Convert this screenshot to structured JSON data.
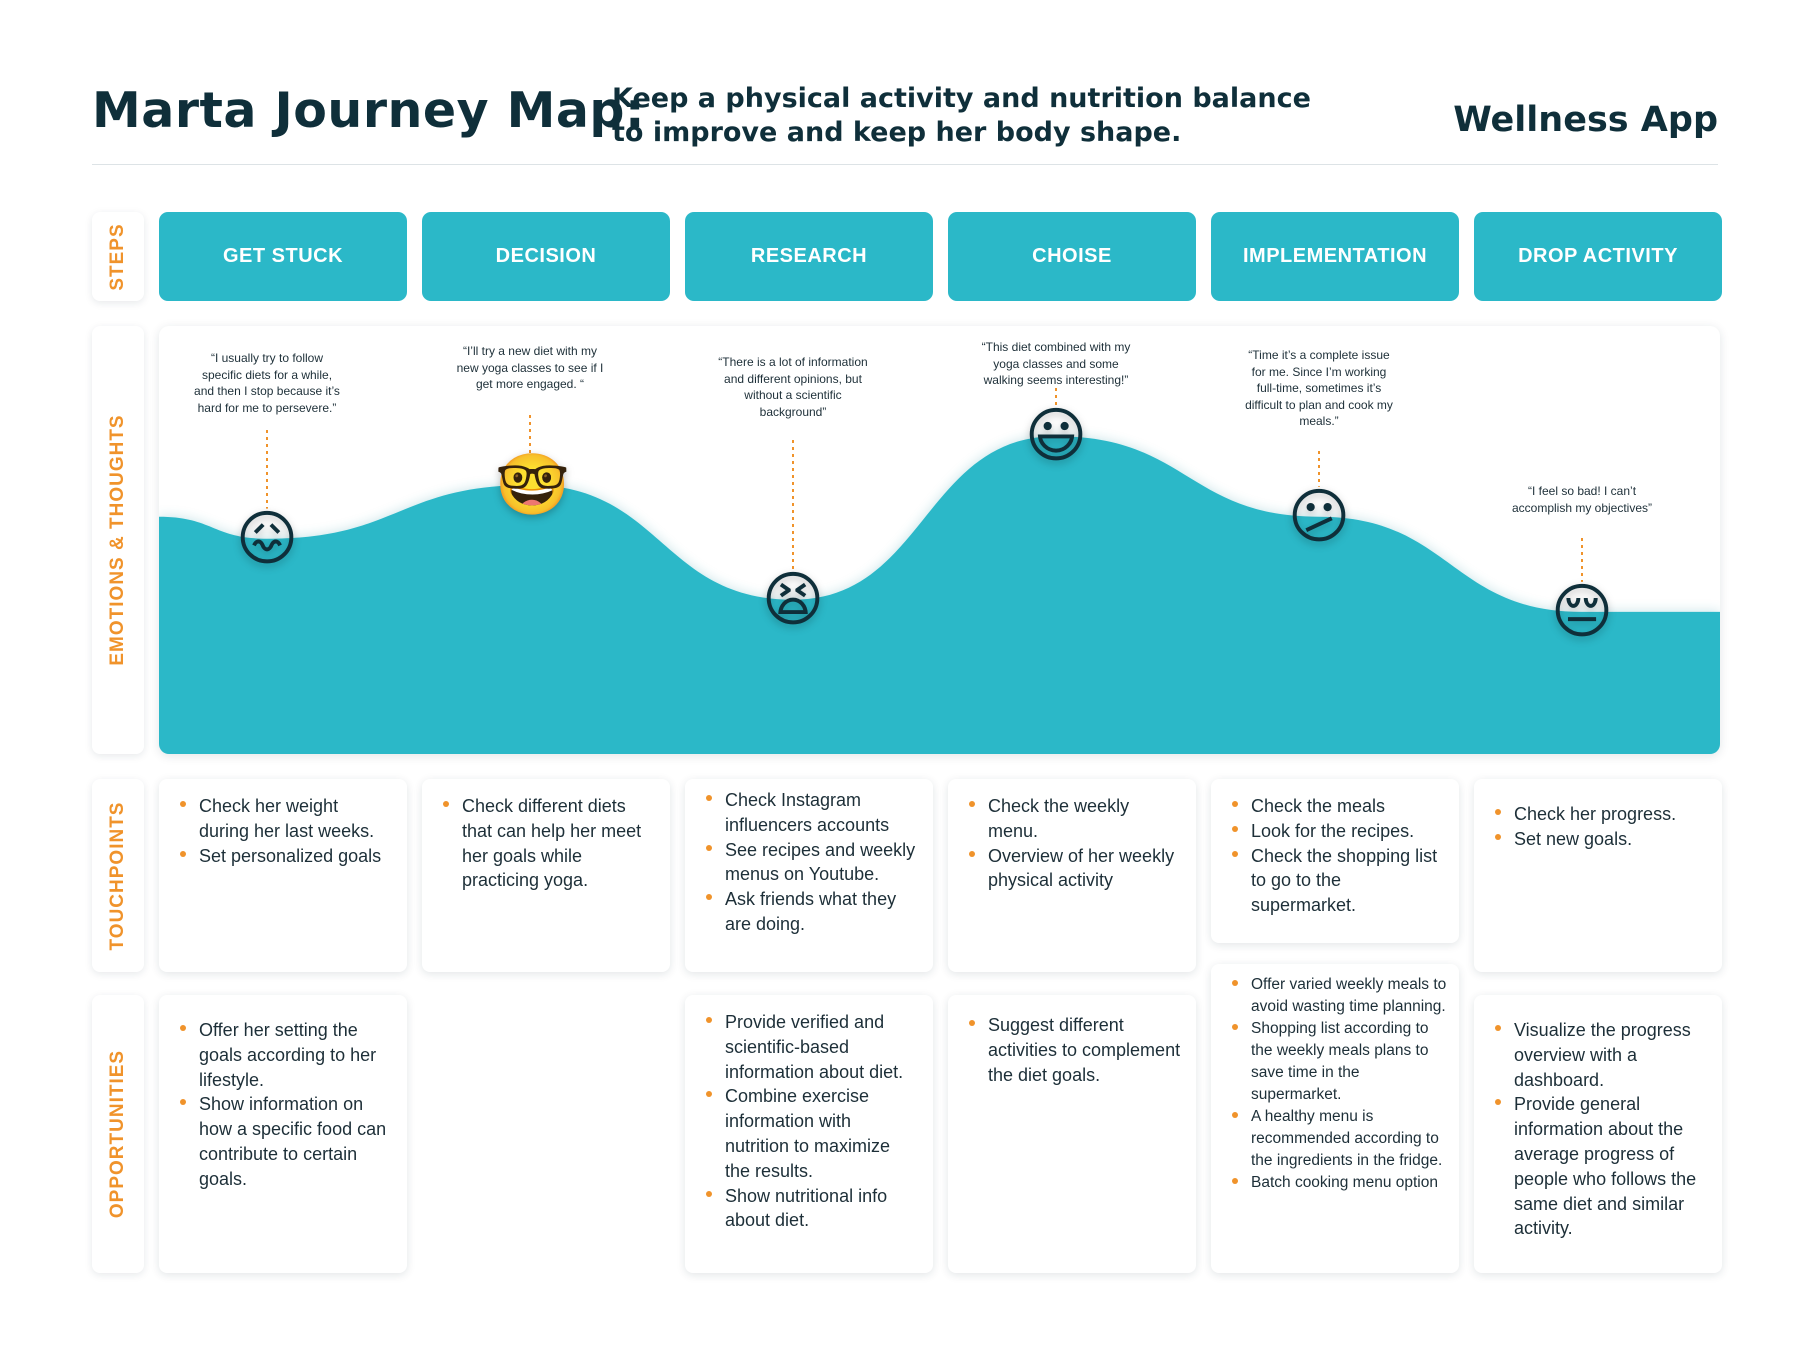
{
  "header": {
    "title": "Marta Journey Map:",
    "subtitle_line1": "Keep a physical activity and nutrition balance",
    "subtitle_line2": "to improve and keep her body shape.",
    "app_name": "Wellness App"
  },
  "row_labels": {
    "steps": "STEPS",
    "emotions": "EMOTIONS & THOUGHTS",
    "touchpoints": "TOUCHPOINTS",
    "opportunities": "OPPORTUNITIES"
  },
  "colors": {
    "teal": "#2bb8c8",
    "orange": "#f0932b",
    "navy": "#0f2f3a"
  },
  "steps": [
    {
      "name": "GET STUCK",
      "emotion_level": 0.53,
      "emoji_name": "confounded-face-icon",
      "emoji": "😖",
      "quote": "“I usually try to follow specific diets for a while, and then I stop because it’s hard for me to persevere.”",
      "touchpoints": [
        "Check her weight during her last weeks.",
        "Set personalized goals"
      ],
      "opportunities": [
        "Offer her setting the goals according to her lifestyle.",
        "Show information on how a specific food can contribute to certain goals."
      ]
    },
    {
      "name": "DECISION",
      "emotion_level": 0.75,
      "emoji_name": "nerd-face-icon",
      "emoji": "🤓",
      "quote": "“I’ll try a new diet with my new yoga classes to see if I get more engaged. “",
      "touchpoints": [
        "Check different diets that can help her meet her goals while practicing yoga."
      ],
      "opportunities": []
    },
    {
      "name": "RESEARCH",
      "emotion_level": 0.28,
      "emoji_name": "tired-face-icon",
      "emoji": "😫",
      "quote": "“There is a lot of information and different opinions, but without a scientific background”",
      "touchpoints": [
        "Check Instagram influencers accounts",
        "See recipes and weekly menus on Youtube.",
        "Ask friends what they are doing."
      ],
      "opportunities": [
        "Provide verified and scientific-based information about diet.",
        "Combine exercise information with nutrition to maximize the results.",
        "Show nutritional info about diet."
      ]
    },
    {
      "name": "CHOISE",
      "emotion_level": 0.95,
      "emoji_name": "grinning-face-icon",
      "emoji": "😃",
      "quote": "“This diet combined with my yoga classes and some walking seems interesting!”",
      "touchpoints": [
        "Check the weekly menu.",
        "Overview of her weekly physical activity"
      ],
      "opportunities": [
        "Suggest different activities to complement the diet goals."
      ]
    },
    {
      "name": "IMPLEMENTATION",
      "emotion_level": 0.62,
      "emoji_name": "confused-face-icon",
      "emoji": "😕",
      "quote": "“Time it’s a complete issue for me. Since I’m working full-time, sometimes it’s difficult to plan and cook my meals.”",
      "touchpoints": [
        "Check the meals",
        "Look for the recipes.",
        "Check the shopping list to go to the supermarket."
      ],
      "opportunities": [
        "Offer varied weekly meals to avoid wasting time planning.",
        "Shopping list according to the weekly meals plans to save time in the supermarket.",
        "A healthy menu is recommended according to the ingredients in the fridge.",
        "Batch cooking menu option"
      ]
    },
    {
      "name": "DROP ACTIVITY",
      "emotion_level": 0.23,
      "emoji_name": "pensive-face-icon",
      "emoji": "😔",
      "quote": "“I feel so bad! I can’t accomplish my objectives”",
      "touchpoints": [
        "Check her progress.",
        "Set new goals."
      ],
      "opportunities": [
        "Visualize the progress overview with a dashboard.",
        "Provide general information about the average progress of people who follows the same diet and similar activity."
      ]
    }
  ]
}
